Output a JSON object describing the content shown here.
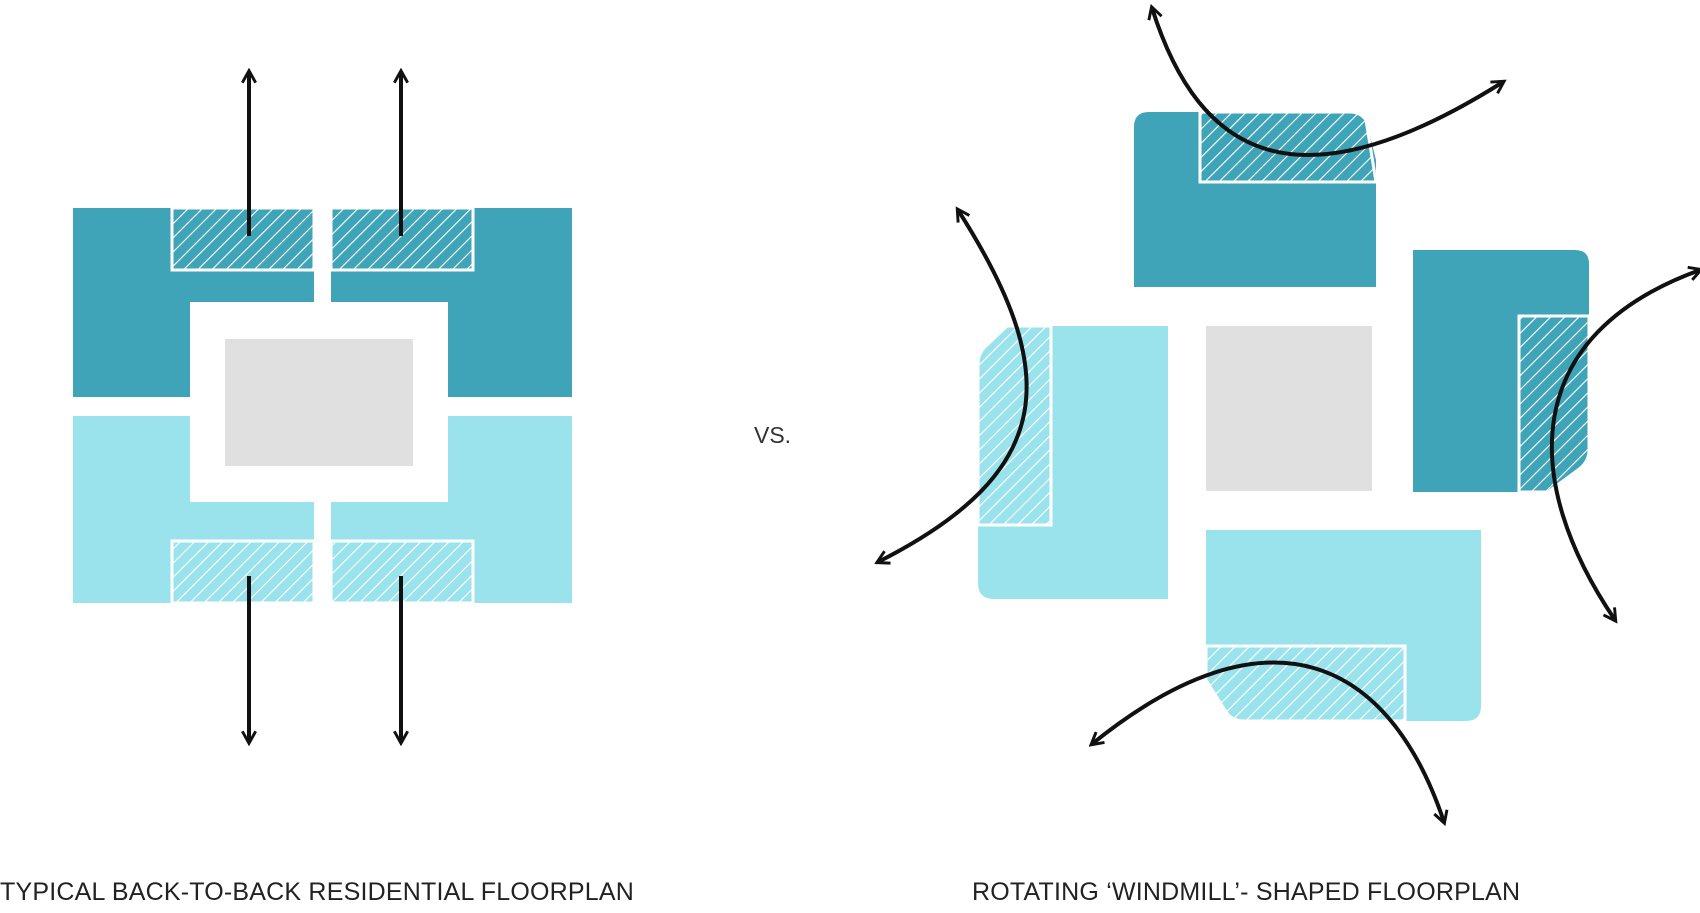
{
  "colors": {
    "dark_unit": "#3fa4b7",
    "light_unit": "#9be3ec",
    "core": "#e0e0e0",
    "arrow": "#111111",
    "background": "#ffffff"
  },
  "left_diagram": {
    "caption": "TYPICAL BACK-TO-BACK RESIDENTIAL FLOORPLAN",
    "units": 4,
    "arrows": [
      "up",
      "up",
      "down",
      "down"
    ]
  },
  "separator": {
    "label": "VS."
  },
  "right_diagram": {
    "caption": "ROTATING ‘WINDMILL’- SHAPED FLOORPLAN",
    "units": 4,
    "arrows": 4
  }
}
